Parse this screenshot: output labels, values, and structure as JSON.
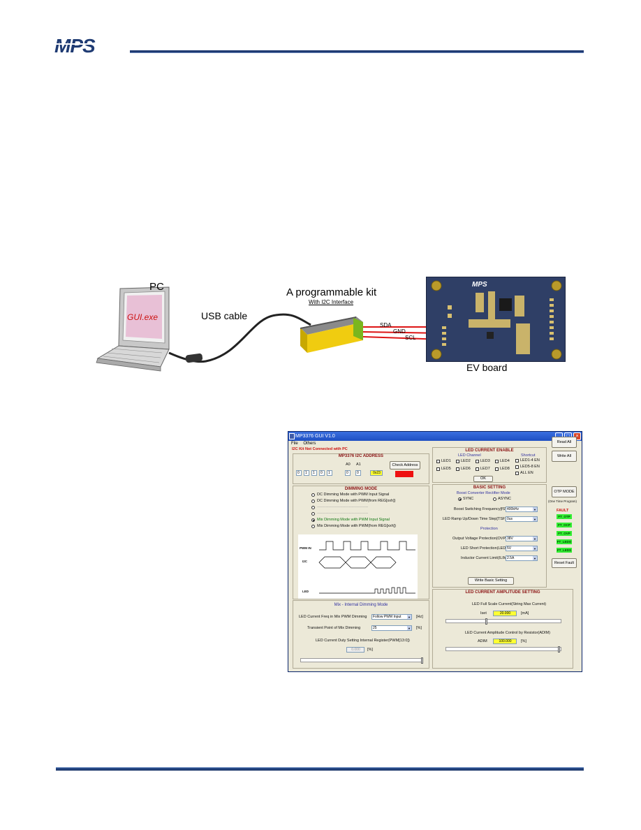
{
  "header": {
    "brand": "MPS"
  },
  "diagram": {
    "pc_label": "PC",
    "gui_label": "GUI.exe",
    "usb_label": "USB cable",
    "kit_label": "A programmable kit",
    "kit_sublabel": "With I2C Interface",
    "signals": [
      "SDA",
      "GND",
      "SCL"
    ],
    "ev_label": "EV board",
    "ev_logo": "MPS"
  },
  "gui": {
    "title": "MP3376 GUI V1.0",
    "menu": [
      "File",
      "Others"
    ],
    "status": "I2C Kit Not Connected with PC",
    "i2c": {
      "title": "MP3376 I2C ADDRESS",
      "bits": [
        "0",
        "1",
        "1",
        "0",
        "1",
        "0",
        "0"
      ],
      "a0_label": "A0",
      "a1_label": "A1",
      "addr_value": "0x23",
      "check_button": "Check Address"
    },
    "dimming": {
      "title": "DIMMING MODE",
      "options": [
        "DC Dimming Mode with PWM Input Signal",
        "DC Dimming Mode with PWM(from REG[xxh])",
        "----------------------------------------",
        "----------------------------------------",
        "Mix Dimming Mode with PWM Input Signal",
        "Mix Dimming Mode with PWM(from REG[xxh])"
      ],
      "wave_labels": {
        "pwm_in": "PWM IN",
        "i2c": "I2C",
        "led": "LED"
      }
    },
    "internal": {
      "title": "Mix - Internal Dimming Mode",
      "freq_label": "LED Current Freq in Mix PWM Dimming",
      "freq_value": "Follow PWM Input",
      "freq_unit": "[Hz]",
      "transient_label": "Transient Point of Mix Dimming",
      "transient_value": "25",
      "transient_unit": "[%]",
      "duty_label": "LED Current Duty Setting Internal Register(PWM[13:0])",
      "duty_value": "0.000",
      "duty_unit": "[%]"
    },
    "enable": {
      "title": "LED CURRENT ENABLE",
      "channel_title": "LED Channel",
      "channels": [
        "LED1",
        "LED2",
        "LED3",
        "LED4",
        "LED5",
        "LED6",
        "LED7",
        "LED8"
      ],
      "shortcut_title": "Shortcut",
      "shortcuts": [
        "LED1-4 EN",
        "LED5-8 EN",
        "ALL EN"
      ],
      "ok_button": "OK"
    },
    "basic": {
      "title": "BASIC SETTING",
      "rect_title": "Boost Converter Rectifier Mode",
      "rect_options": [
        "SYNC",
        "ASYNC"
      ],
      "freq_label": "Boost Switching Frequency[fSW]",
      "freq_value": "400kHz",
      "ramp_label": "LED Ramp Up/Down Time Step[TSF]",
      "ramp_value": "0us",
      "protection_title": "Protection",
      "ovp_label": "Output Voltage Protection(OVP)",
      "ovp_value": "38V",
      "scp_label": "LED Short Protection(LEDS)",
      "scp_value": "5V",
      "ilim_label": "Inductor Current Limit(ILIM)",
      "ilim_value": "2.5A",
      "write_button": "Write Basic Setting"
    },
    "side": {
      "read_all": "Read All",
      "write_all": "Write All",
      "otp_button": "OTP MODE",
      "otp_note": "(One Time Program)",
      "fault_title": "FAULT",
      "faults": [
        "FT_OTP",
        "FT_OCP",
        "FT_OVP",
        "FT_LEDO",
        "FT_LEDS"
      ],
      "reset_fault": "Reset Fault"
    },
    "amplitude": {
      "title": "LED CURRENT AMPLITUDE SETTING",
      "fs_label": "LED Full Scale Current(String Max Current)",
      "iset_label": "Iset",
      "iset_value": "20.000",
      "iset_unit": "[mA]",
      "iset_level": 0.35,
      "adim_title": "LED Current Amplitude Control by Resistor(ADIM)",
      "adim_label": "ADIM",
      "adim_value": "100.000",
      "adim_unit": "[%]",
      "adim_level": 1.0
    }
  }
}
